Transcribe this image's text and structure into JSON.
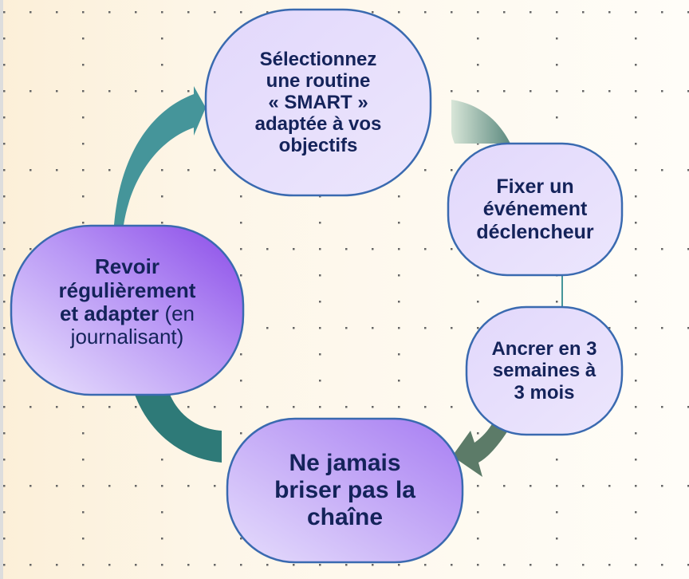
{
  "diagram": {
    "type": "cycle",
    "colors": {
      "node_border": "#3a6ab0",
      "text": "#14235a",
      "arrow_teal": "#45959a",
      "arrow_dark": "#2e7a78",
      "background": "#fdf6e8"
    },
    "steps": [
      {
        "id": "select",
        "lines": [
          "Sélectionnez",
          "une routine",
          "« SMART »",
          "adaptée à vos",
          "objectifs"
        ]
      },
      {
        "id": "trigger",
        "lines": [
          "Fixer un",
          "événement",
          "déclencheur"
        ]
      },
      {
        "id": "anchor",
        "lines": [
          "Ancrer en 3",
          "semaines à",
          "3 mois"
        ]
      },
      {
        "id": "chain",
        "lines": [
          "Ne jamais",
          "briser pas la",
          "chaîne"
        ]
      },
      {
        "id": "review",
        "lines": [
          "Revoir",
          "régulièrement",
          "et adapter"
        ],
        "light_suffix": " (en",
        "light_last": "journalisant)"
      }
    ]
  }
}
